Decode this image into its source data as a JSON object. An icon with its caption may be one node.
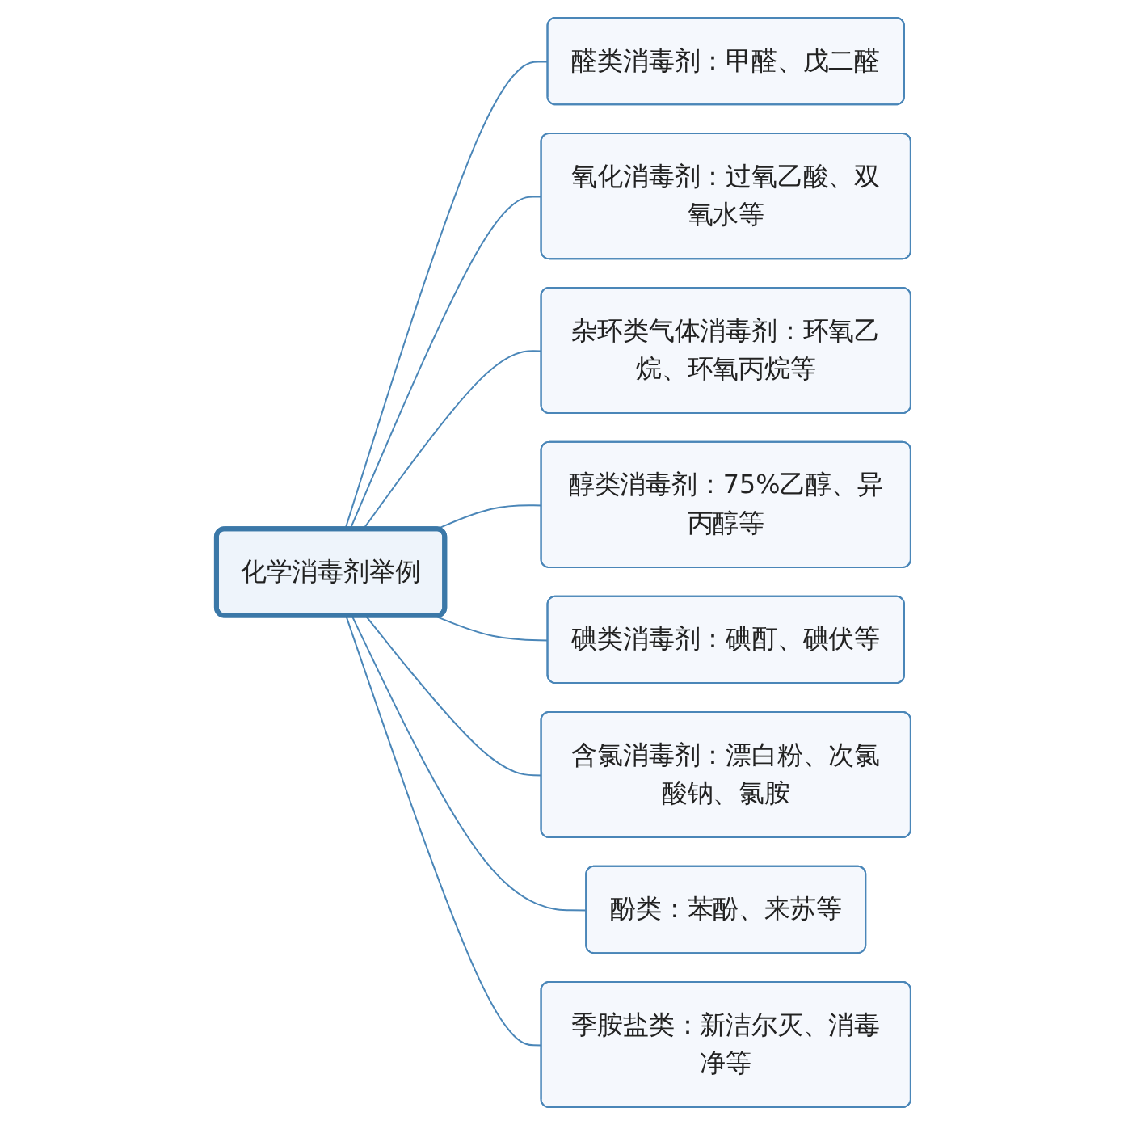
{
  "diagram": {
    "nodes": [
      {
        "text": [
          "化学消毒剂举例"
        ]
      },
      {
        "text": [
          "醛类消毒剂：甲醛、戊二醛"
        ]
      },
      {
        "text": [
          "氧化消毒剂：过氧乙酸、双氧水等"
        ]
      },
      {
        "text": [
          "杂环类气体消毒剂：环氧乙烷、环氧丙烷等"
        ]
      },
      {
        "text": [
          "醇类消毒剂：75%乙醇、异丙醇等"
        ]
      },
      {
        "text": [
          "碘类消毒剂：碘酊、碘伏等"
        ]
      },
      {
        "text": [
          "含氯消毒剂：漂白粉、次氯酸钠、氯胺"
        ]
      },
      {
        "text": [
          "酚类：苯酚、来苏等"
        ]
      },
      {
        "text": [
          "季胺盐类：新洁尔灭、消毒净等"
        ]
      }
    ],
    "edges": [
      {
        "from": 0,
        "to": 1,
        "arrow": "none"
      },
      {
        "from": 0,
        "to": 2,
        "arrow": "none"
      },
      {
        "from": 0,
        "to": 3,
        "arrow": "none"
      },
      {
        "from": 0,
        "to": 4,
        "arrow": "none"
      },
      {
        "from": 0,
        "to": 5,
        "arrow": "none"
      },
      {
        "from": 0,
        "to": 6,
        "arrow": "none"
      },
      {
        "from": 0,
        "to": 7,
        "arrow": "none"
      },
      {
        "from": 0,
        "to": 8,
        "arrow": "none"
      }
    ]
  }
}
